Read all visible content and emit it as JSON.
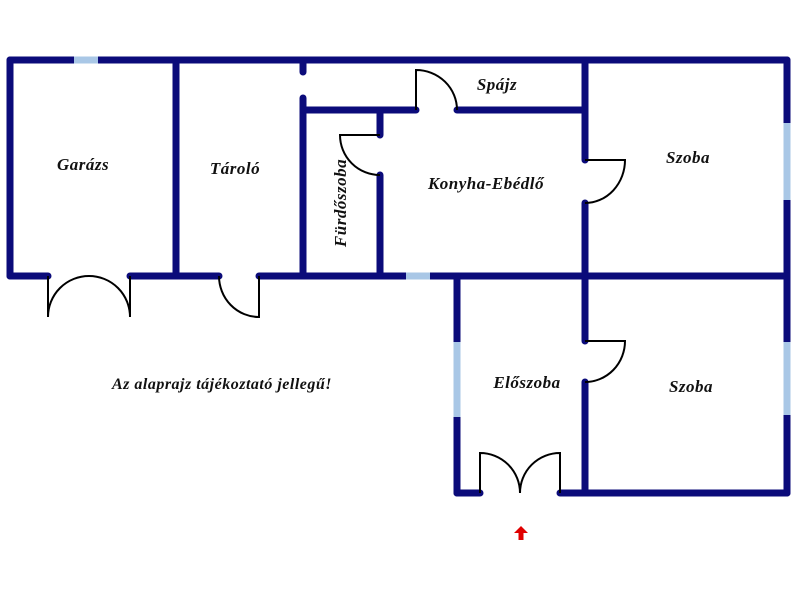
{
  "rooms": {
    "garage": "Garázs",
    "storage": "Tároló",
    "bathroom": "Fürdőszoba",
    "pantry": "Spájz",
    "kitchen_dining": "Konyha-Ebédlő",
    "room_upper": "Szoba",
    "hall": "Előszoba",
    "room_lower": "Szoba"
  },
  "note": "Az alaprajz tájékoztató jellegű!",
  "colors": {
    "wall": "#0b0b7a",
    "window": "#a9c7e6",
    "entrance_arrow": "#e00000"
  },
  "icons": {
    "entrance": "up-arrow-icon"
  }
}
